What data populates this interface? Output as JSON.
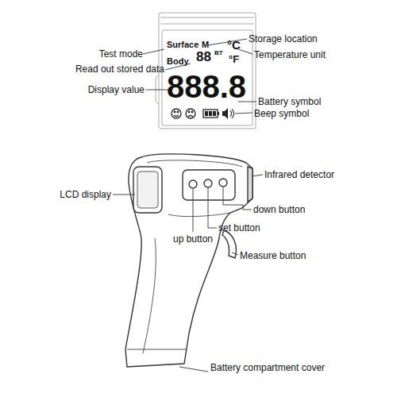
{
  "diagram": {
    "labels": [
      "Surface",
      "M",
      "Body",
      "88",
      "BT",
      "°C",
      "°F",
      "888.8",
      "Test mode",
      "Read out stored data",
      "Storage location",
      "Temperature unit",
      "Display value",
      "Battery symbol",
      "Beep symbol",
      "Infrared detector",
      "LCD display",
      "down button",
      "set button",
      "up button",
      "Measure button",
      "Battery compartment cover"
    ]
  }
}
